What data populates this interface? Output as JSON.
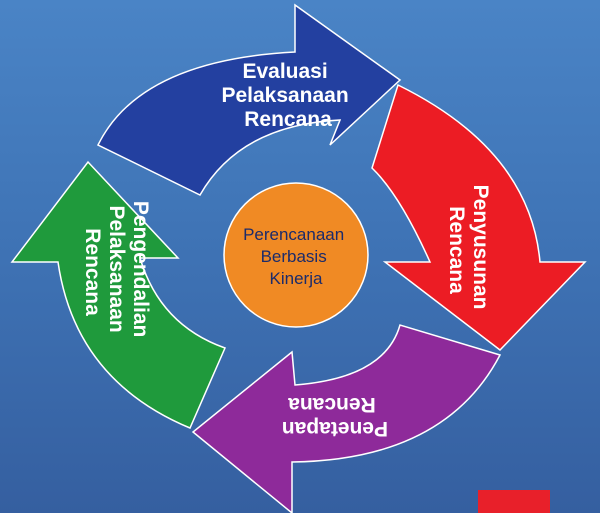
{
  "center": {
    "line1": "Perencanaan",
    "line2": "Berbasis",
    "line3": "Kinerja",
    "color": "#f08a24"
  },
  "arrows": {
    "evaluasi": {
      "line1": "Evaluasi",
      "line2": "Pelaksanaan",
      "line3": "Rencana",
      "color": "#2340a0"
    },
    "penyusunan": {
      "line1": "Penyusunan",
      "line2": "Rencana",
      "color": "#ec1c24"
    },
    "penetapan": {
      "line1": "Penetapan",
      "line2": "Rencana",
      "color": "#8e2a9a"
    },
    "pengendalian": {
      "line1": "Pengendalian",
      "line2": "Pelaksanaan",
      "line3": "Rencana",
      "color": "#1f9a3c"
    }
  },
  "background": "#3f74b6",
  "corner_badge_color": "#e8202a"
}
